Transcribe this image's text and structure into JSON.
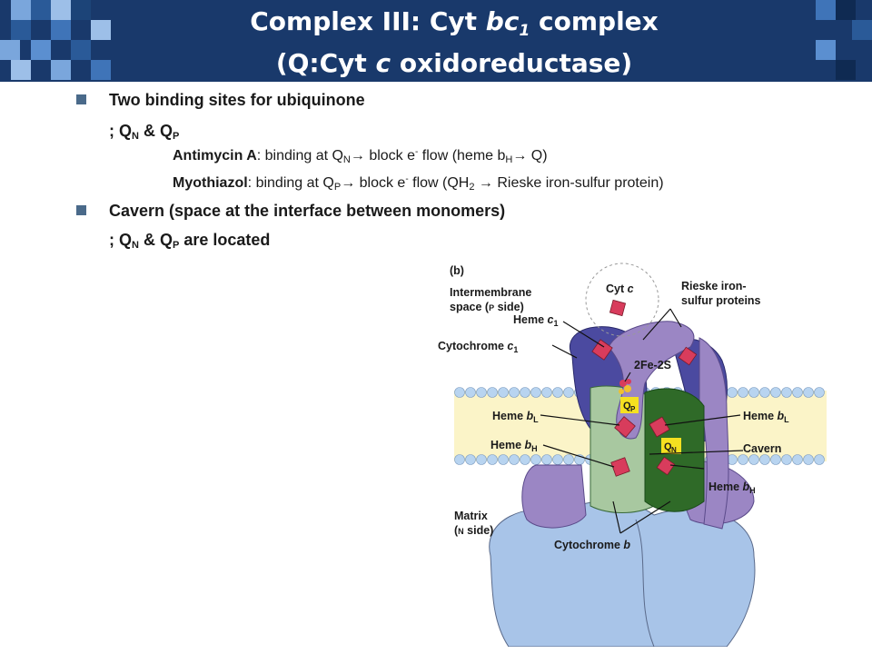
{
  "title": {
    "line1_a": "Complex III: Cyt ",
    "line1_b": "bc",
    "line1_sub": "1",
    "line1_c": " complex",
    "line2_a": "(Q:Cyt ",
    "line2_b": "c",
    "line2_c": " oxidoreductase)"
  },
  "bullets": {
    "b1": "Two binding sites for ubiquinone",
    "b1_sub_prefix": "; Q",
    "b1_sub_n": "N",
    "b1_sub_amp": " & Q",
    "b1_sub_p": "P",
    "antimycin_name": "Antimycin A",
    "antimycin_text1": ": binding at Q",
    "antimycin_sub1": "N",
    "antimycin_arrow1": "→",
    "antimycin_text2": " block e",
    "antimycin_sup": "-",
    "antimycin_text3": " flow (heme b",
    "antimycin_sub2": "H",
    "antimycin_arrow2": "→",
    "antimycin_text4": " Q)",
    "myo_name": "Myothiazol",
    "myo_text1": ": binding at Q",
    "myo_sub1": "P",
    "myo_arrow1": "→",
    "myo_text2": " block e",
    "myo_sup": "-",
    "myo_text3": " flow (QH",
    "myo_sub2": "2",
    "myo_arrow2": " →",
    "myo_text4": " Rieske iron-sulfur protein)",
    "b2": "Cavern (space at the interface between monomers)",
    "b2_sub_prefix": "; Q",
    "b2_sub_n": "N",
    "b2_sub_amp": " & Q",
    "b2_sub_p": "P",
    "b2_sub_suffix": " are located"
  },
  "figure": {
    "panel": "(b)",
    "ims_1": "Intermembrane",
    "ims_2a": "space (",
    "ims_2b": "P",
    "ims_2c": " side)",
    "cytc_a": "Cyt ",
    "cytc_b": "c",
    "rieske_1": "Rieske iron-",
    "rieske_2": "sulfur proteins",
    "hemec1_a": "Heme ",
    "hemec1_b": "c",
    "hemec1_c": "1",
    "cytc1_a": "Cytochrome ",
    "cytc1_b": "c",
    "cytc1_c": "1",
    "fe2s": "2Fe-2S",
    "qp_a": "Q",
    "qp_b": "P",
    "qn_a": "Q",
    "qn_b": "N",
    "hemebl_left_a": "Heme ",
    "hemebl_left_b": "b",
    "hemebl_left_c": "L",
    "hemebl_right_a": "Heme ",
    "hemebl_right_b": "b",
    "hemebl_right_c": "L",
    "hemebh_left_a": "Heme ",
    "hemebh_left_b": "b",
    "hemebh_left_c": "H",
    "hemebh_right_a": "Heme ",
    "hemebh_right_b": "b",
    "hemebh_right_c": "H",
    "cavern": "Cavern",
    "matrix_1": "Matrix",
    "matrix_2a": "(",
    "matrix_2b": "N",
    "matrix_2c": " side)",
    "cytb_a": "Cytochrome ",
    "cytb_b": "b"
  },
  "colors": {
    "header": "#19396b",
    "checker_light": "#5b8fd0",
    "checker_dark": "#1c4478",
    "bullet_square": "#4a6a8a",
    "purple_light": "#9b86c4",
    "purple_dark": "#4b4aa0",
    "green_light": "#a8c8a0",
    "green_dark": "#2f6a28",
    "matrix_blue": "#a8c4e8",
    "heme_red": "#d83c5c",
    "q_yellow": "#f5e020"
  }
}
